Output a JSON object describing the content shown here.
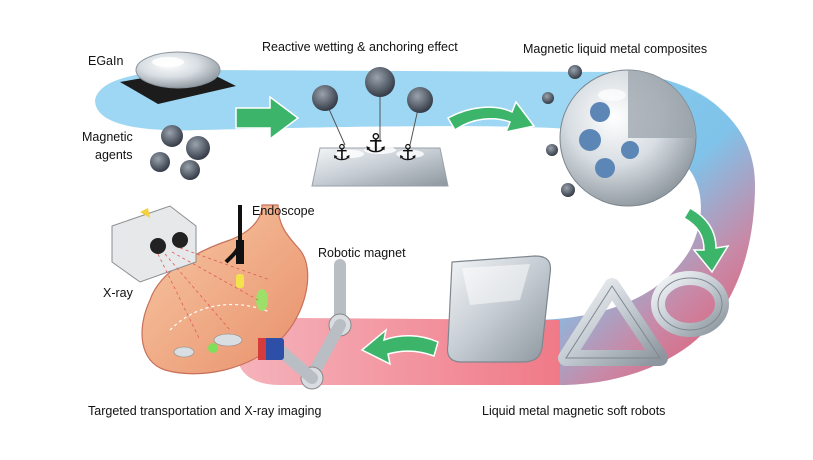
{
  "labels": {
    "egain": "EGaIn",
    "magnetic_agents_line1": "Magnetic",
    "magnetic_agents_line2": "agents",
    "reactive_wetting": "Reactive wetting & anchoring effect",
    "composites": "Magnetic liquid metal composites",
    "endoscope": "Endoscope",
    "robotic_magnet": "Robotic magnet",
    "xray": "X-ray",
    "targeted": "Targeted transportation and X-ray imaging",
    "soft_robots": "Liquid metal magnetic soft robots"
  },
  "colors": {
    "flow_blue": "#7fc3ea",
    "flow_red": "#e8475f",
    "arrow_green": "#3cb56a",
    "metal": "#c9d0d6",
    "stomach": "#f2b48c"
  }
}
